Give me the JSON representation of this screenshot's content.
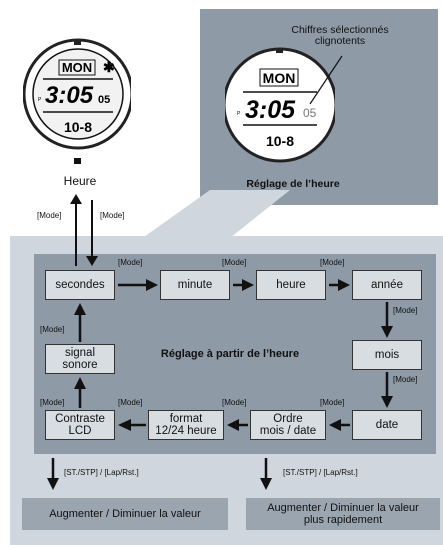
{
  "watch_left": {
    "day": "MON",
    "time": "3:05",
    "seconds": "05",
    "date": "10-8",
    "p_mark": "P",
    "label": "Heure"
  },
  "watch_zoom": {
    "day": "MON",
    "time": "3:05",
    "seconds": "05",
    "date": "10-8",
    "p_mark": "P",
    "callout": "Chiffres sélectionnés\nclignotents",
    "label": "Réglage de l’heure"
  },
  "mode_up": "[Mode]",
  "mode_down": "[Mode]",
  "steps": {
    "secondes": "secondes",
    "minute": "minute",
    "heure": "heure",
    "annee": "année",
    "mois": "mois",
    "date": "date",
    "ordre": "Ordre\nmois / date",
    "format": "format\n12/24 heure",
    "contraste": "Contraste\nLCD",
    "signal": "signal\nsonore"
  },
  "mode_labels": {
    "sec_to_min": "[Mode]",
    "min_to_heure": "[Mode]",
    "heure_to_annee": "[Mode]",
    "annee_to_mois": "[Mode]",
    "mois_to_date": "[Mode]",
    "date_to_ordre": "[Mode]",
    "ordre_to_format": "[Mode]",
    "format_to_contraste": "[Mode]",
    "contraste_to_signal": "[Mode]",
    "signal_to_sec": "[Mode]"
  },
  "center_label": "Réglage à partir de l’heure",
  "buttons_left": "[ST./STP] / [Lap/Rst.]",
  "buttons_right": "[ST./STP] / [Lap/Rst.]",
  "result_left": "Augmenter / Diminuer la valeur",
  "result_right": "Augmenter / Diminuer la valeur\nplus rapidement"
}
